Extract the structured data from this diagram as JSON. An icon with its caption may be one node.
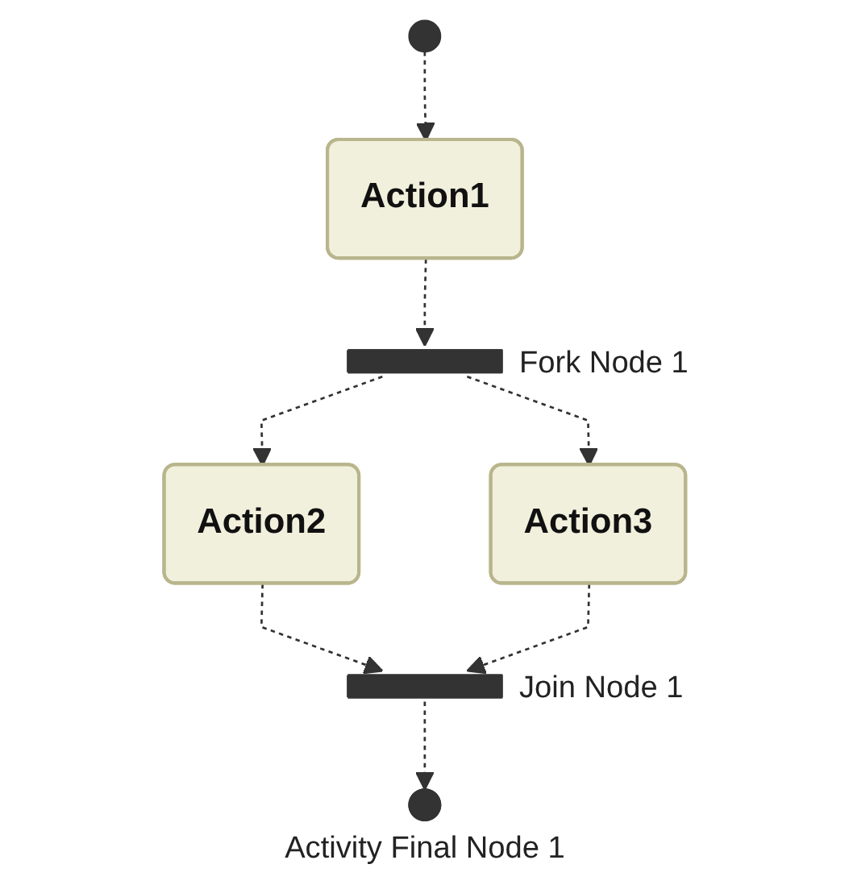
{
  "diagram": {
    "nodes": [
      {
        "text": [],
        "shape": "circle"
      },
      {
        "text": [
          "Action1"
        ]
      },
      {
        "text": [],
        "shape": "bar",
        "beside": [
          "Fork Node 1"
        ]
      },
      {
        "text": [
          "Action2"
        ]
      },
      {
        "text": [
          "Action3"
        ]
      },
      {
        "text": [],
        "shape": "bar",
        "beside": [
          "Join Node 1"
        ]
      },
      {
        "text": [],
        "shape": "circle",
        "beside": [
          "Activity Final Node 1"
        ]
      }
    ],
    "edges": [
      {
        "from": 0,
        "to": 1,
        "arrow": "to",
        "style": "dashed"
      },
      {
        "from": 1,
        "to": 2,
        "arrow": "to",
        "style": "dashed"
      },
      {
        "from": 2,
        "to": 3,
        "arrow": "to",
        "style": "dashed"
      },
      {
        "from": 2,
        "to": 4,
        "arrow": "to",
        "style": "dashed"
      },
      {
        "from": 3,
        "to": 5,
        "arrow": "to",
        "style": "dashed"
      },
      {
        "from": 4,
        "to": 5,
        "arrow": "to",
        "style": "dashed"
      },
      {
        "from": 5,
        "to": 6,
        "arrow": "to",
        "style": "dashed"
      }
    ]
  }
}
